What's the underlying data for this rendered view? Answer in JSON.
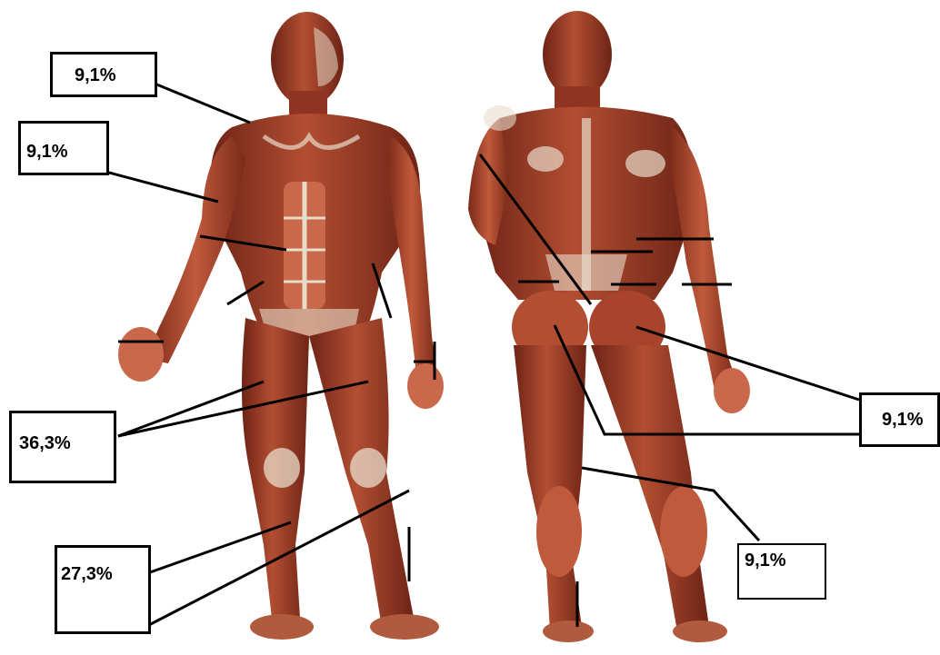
{
  "figure": {
    "front_view": {
      "alt": "front view of human muscular system"
    },
    "back_view": {
      "alt": "back view of human muscular system"
    }
  },
  "labels": [
    {
      "id": "shoulder-front",
      "text": "9,1%"
    },
    {
      "id": "arm-front",
      "text": "9,1%"
    },
    {
      "id": "thigh-front",
      "text": "36,3%"
    },
    {
      "id": "shin-front",
      "text": "27,3%"
    },
    {
      "id": "gluteus-back",
      "text": "9,1%"
    },
    {
      "id": "calf-back",
      "text": "9,1%"
    }
  ],
  "colors": {
    "muscle": "#a8442c",
    "muscle_dark": "#6e2416",
    "muscle_light": "#c9684a",
    "tendon": "#e8dccb",
    "line": "#000000"
  }
}
